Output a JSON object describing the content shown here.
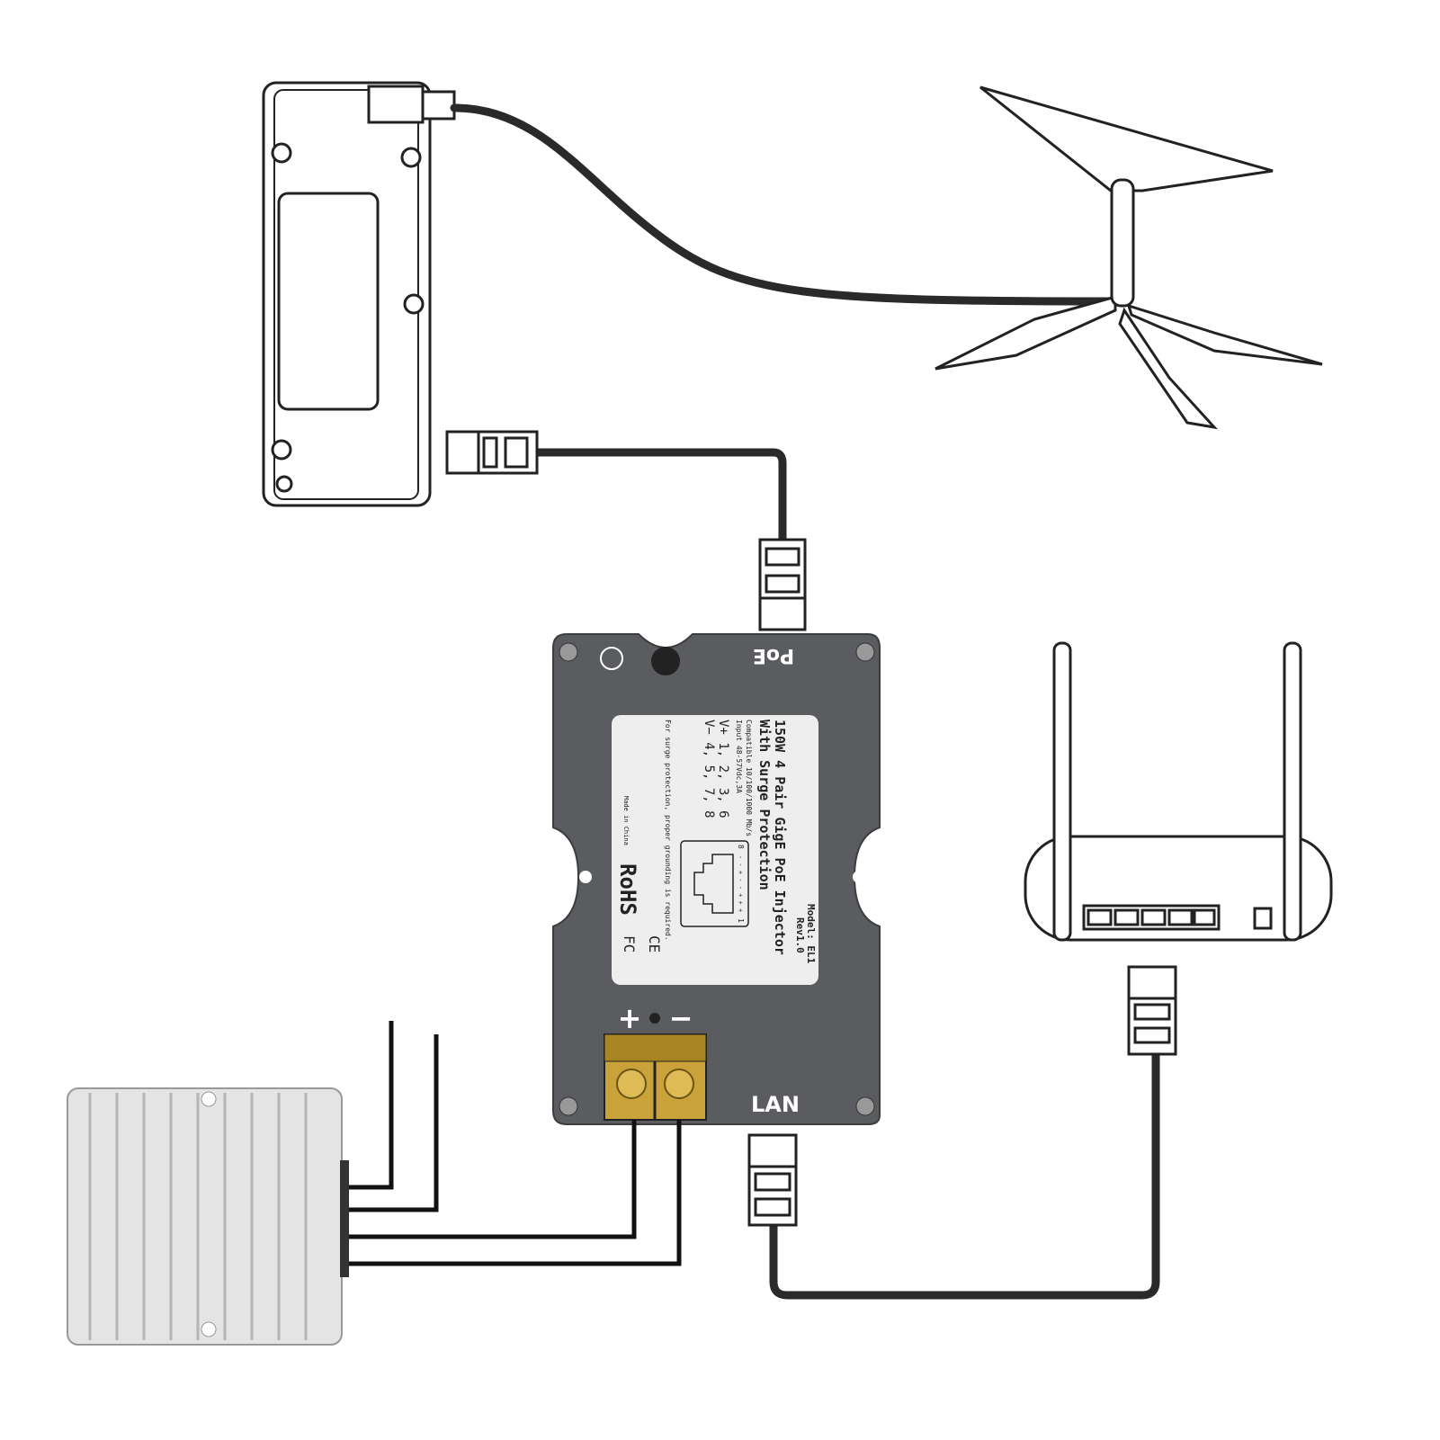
{
  "injector": {
    "port_poe": "PoE",
    "port_lan": "LAN",
    "plus": "+",
    "minus": "−",
    "label": {
      "title_line1": "150W 4 Pair GigE PoE Injector",
      "title_line2": "With Surge Protection",
      "compat": "Compatible 10/100/1000 Mb/s",
      "input": "Input 48-57Vdc,3A",
      "vplus": "V+ 1, 2, 3, 6",
      "vminus": "V− 4, 5, 7, 8",
      "surge_note": "For surge protection, proper grounding is required.",
      "made_in": "Made in China",
      "pin_8": "8",
      "pin_1": "1",
      "pin_polarity": "- - + - - + + +",
      "model": "Model: EL1",
      "rev": "Rev1.0",
      "rohs": "RoHS",
      "ce": "CE",
      "fc": "FC"
    },
    "body_color": "#5b5c5f",
    "terminal_color": "#c9a23a"
  }
}
